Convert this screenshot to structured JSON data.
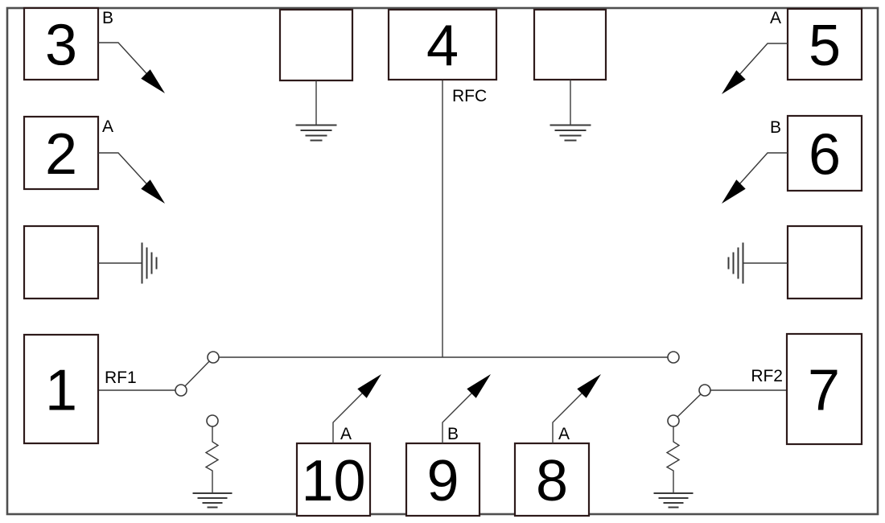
{
  "pins": {
    "pin1": {
      "number": "1",
      "port": "RF1"
    },
    "pin2": {
      "number": "2",
      "path": "A"
    },
    "pin3": {
      "number": "3",
      "path": "B"
    },
    "pin4": {
      "number": "4",
      "port": "RFC"
    },
    "pin5": {
      "number": "5",
      "path": "A"
    },
    "pin6": {
      "number": "6",
      "path": "B"
    },
    "pin7": {
      "number": "7",
      "port": "RF2"
    },
    "pin8": {
      "number": "8",
      "path": "A"
    },
    "pin9": {
      "number": "9",
      "path": "B"
    },
    "pin10": {
      "number": "10",
      "path": "A"
    }
  },
  "colors": {
    "background": "#ffffff",
    "line": "#3a3a3a",
    "box_border": "#2d1a1a",
    "outer_border": "#4f4f4f",
    "text": "#000000"
  }
}
